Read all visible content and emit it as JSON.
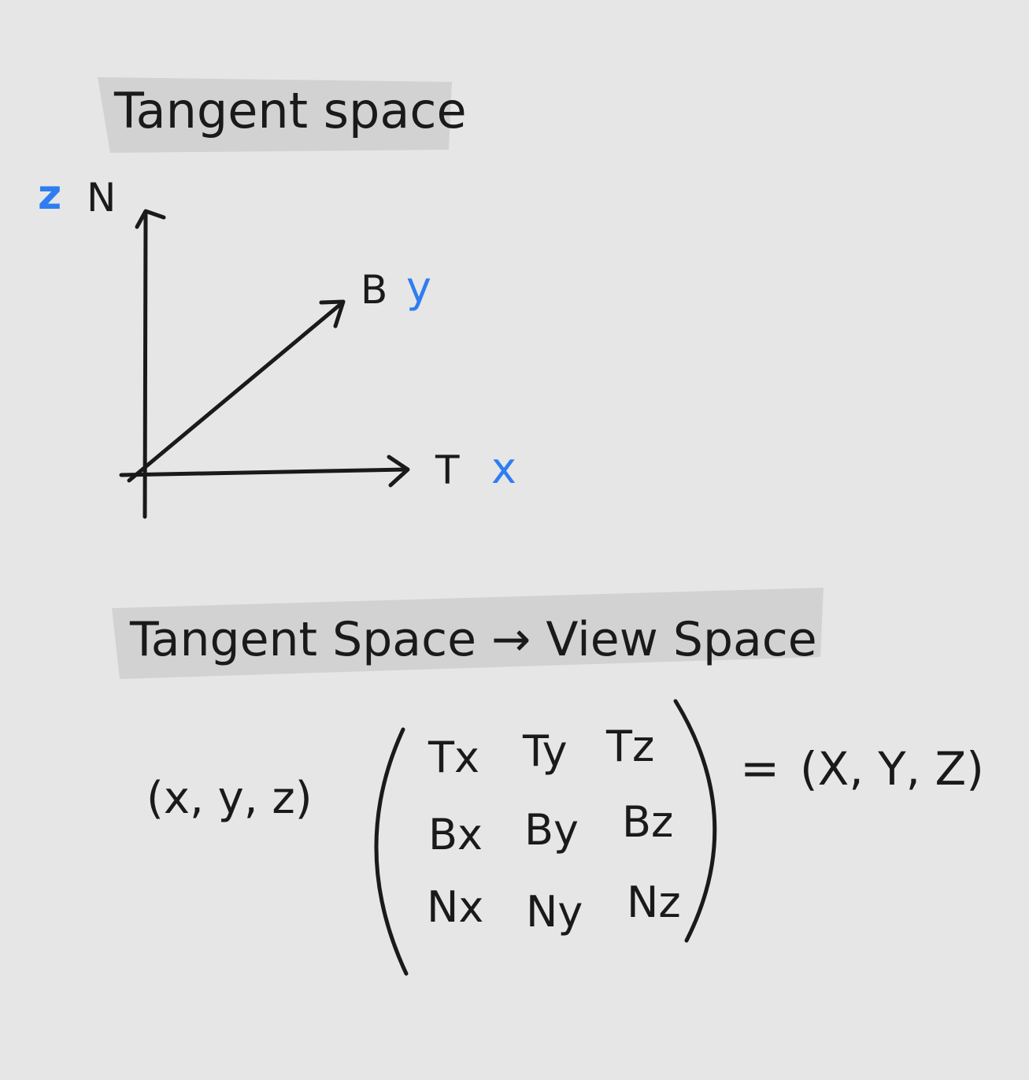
{
  "heading_1": "Tangent space",
  "heading_2": "Tangent Space → View Space",
  "axes": {
    "n_label": "N",
    "n_coord": "z",
    "b_label": "B",
    "b_coord": "y",
    "t_label": "T",
    "t_coord": "x"
  },
  "equation": {
    "input_vector": "(x, y, z)",
    "matrix": [
      [
        "Tx",
        "Ty",
        "Tz"
      ],
      [
        "Bx",
        "By",
        "Bz"
      ],
      [
        "Nx",
        "Ny",
        "Nz"
      ]
    ],
    "equals": "=",
    "output_vector": "(X, Y, Z)"
  },
  "colors": {
    "background": "#e6e6e6",
    "highlight": "#d2d2d2",
    "ink": "#1a1a1a",
    "accent_blue": "#2f7df0"
  }
}
